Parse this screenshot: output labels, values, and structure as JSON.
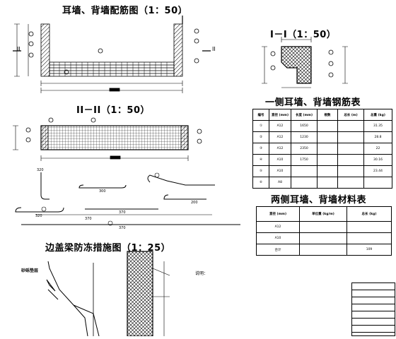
{
  "titles": {
    "elevation": "耳墙、背墙配筋图（1：50）",
    "section_11": "I－I（1：50）",
    "section_22": "II－II（1：50）",
    "rebar_table": "一侧耳墙、背墙钢筋表",
    "material_table": "两侧耳墙、背墙材料表",
    "anti_freeze": "边盖梁防冻措施图（1：25）"
  },
  "section_marks": {
    "top": "I",
    "left": "II",
    "right": "II"
  },
  "notes_heading": "说明：",
  "rebar_table": {
    "headers": [
      "编号",
      "直径\n(mm)",
      "长度\n(mm)",
      "根数",
      "总长\n(m)",
      "总重\n(kg)"
    ],
    "rows": [
      [
        "①",
        "A12",
        "1650",
        "",
        "",
        "31.35"
      ],
      [
        "②",
        "A12",
        "1230",
        "",
        "",
        "28.8"
      ],
      [
        "③",
        "A12",
        "2350",
        "",
        "",
        "22"
      ],
      [
        "④",
        "A10",
        "1750",
        "",
        "",
        "30.16"
      ],
      [
        "⑤",
        "A10",
        "",
        "",
        "",
        "23.44"
      ],
      [
        "⑥",
        "A8",
        "",
        "",
        "",
        ""
      ]
    ]
  },
  "material_table": {
    "headers": [
      "直径\n(mm)",
      "单位重 (kg/m)",
      "总长 (kg)"
    ],
    "rows": [
      [
        "A12",
        "",
        ""
      ],
      [
        "A10",
        "",
        ""
      ],
      [
        "合计",
        "",
        "109"
      ]
    ]
  },
  "rebar_dims": [
    "320",
    "300",
    "200",
    "320",
    "370",
    "370",
    "370"
  ],
  "gravel_label": "砂砾垫层"
}
